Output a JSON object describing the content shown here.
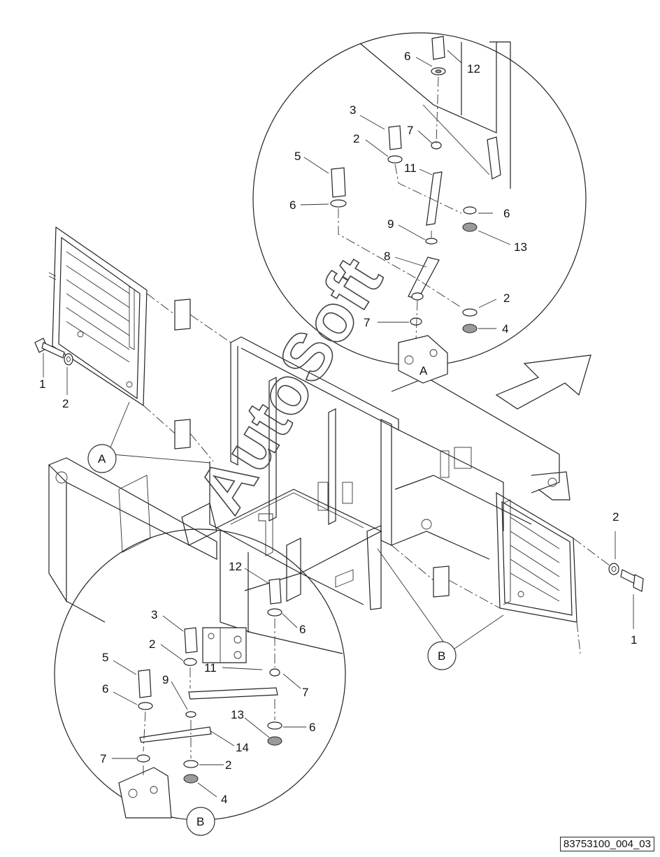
{
  "labels": {
    "p1": "1",
    "p2": "2",
    "p3": "3",
    "p4": "4",
    "p5": "5",
    "p6": "6",
    "p7": "7",
    "p8": "8",
    "p9": "9",
    "p11": "11",
    "p12": "12",
    "p13": "13",
    "p14": "14"
  },
  "callouts": {
    "a": "A",
    "b": "B"
  },
  "watermark": "AutoSoft",
  "reference": "83753100_004_03"
}
